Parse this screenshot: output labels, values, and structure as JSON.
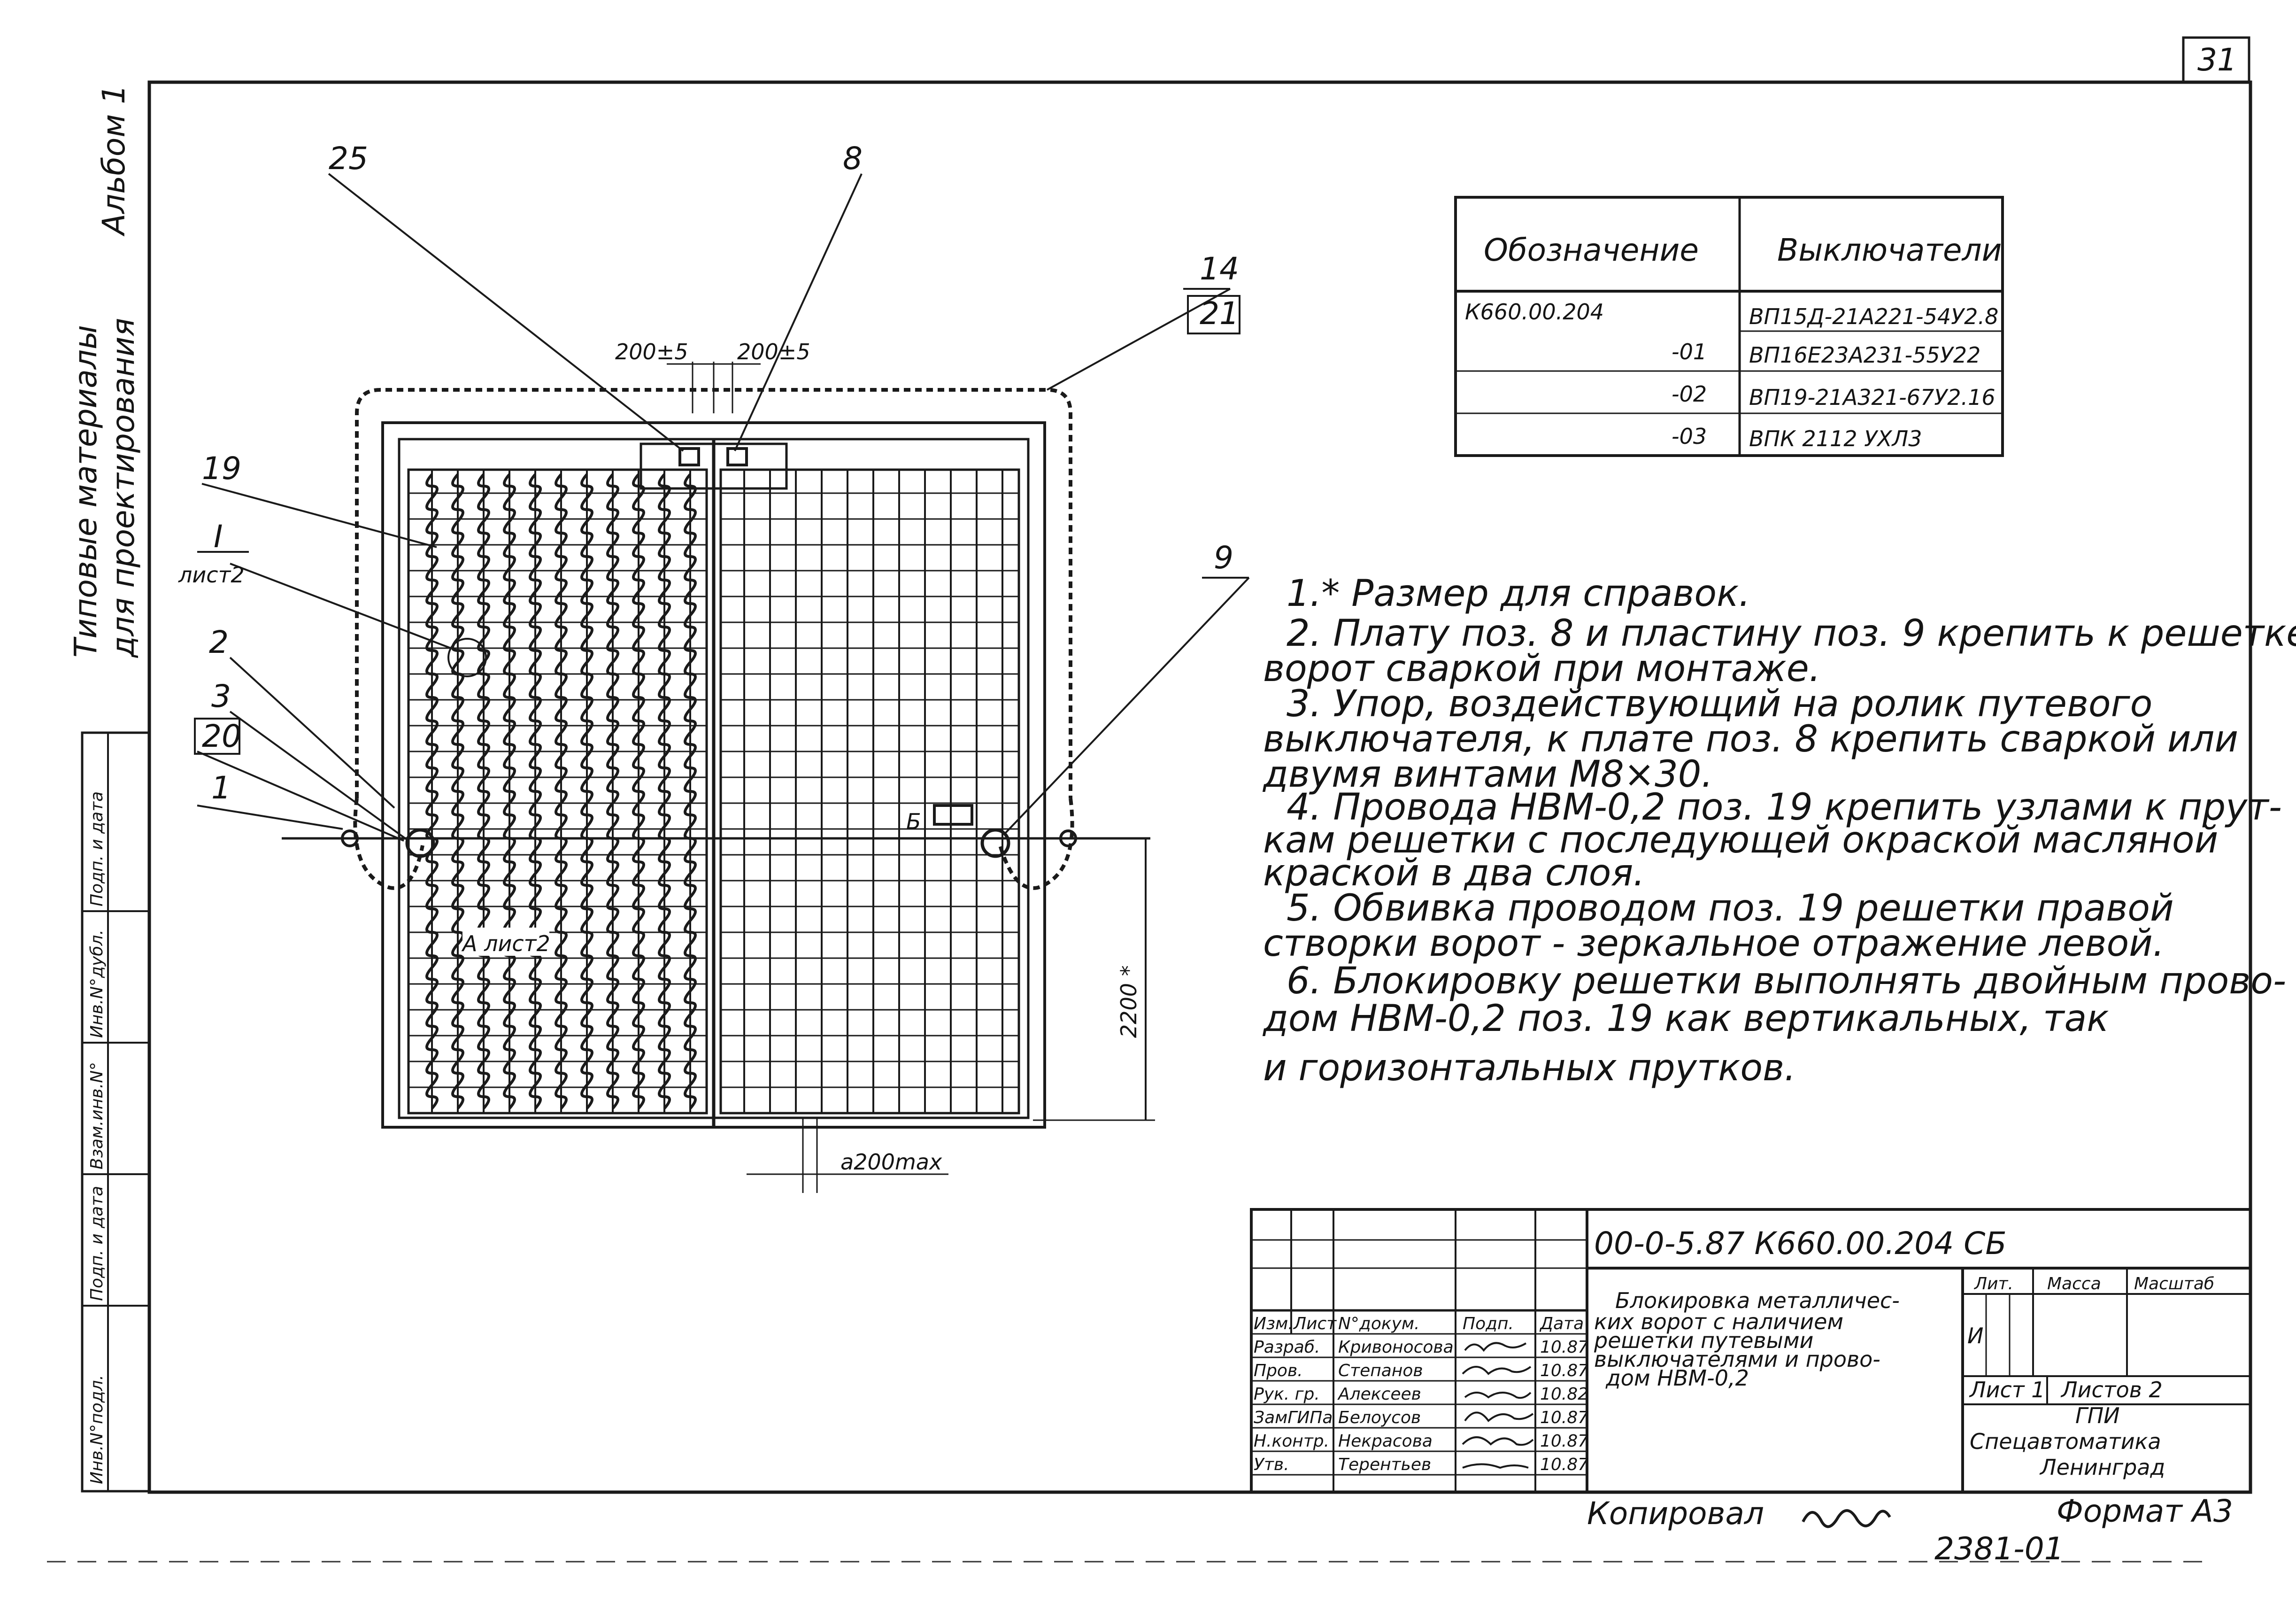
{
  "sheet_number": "31",
  "side_stamp": {
    "album": "Альбом 1",
    "line1": "Типовые материалы",
    "line2": "для проектирования",
    "fields": [
      "Инв.N°подл.",
      "Подп. и дата",
      "Взам.инв.N°",
      "Инв.N°дубл.",
      "Подп. и дата"
    ]
  },
  "spec_table": {
    "headers": [
      "Обозначение",
      "Выключатели"
    ],
    "rows": [
      [
        "К660.00.204",
        "ВП15Д-21А221-54У2.8"
      ],
      [
        "-01",
        "ВП16Е23А231-55У22"
      ],
      [
        "-02",
        "ВП19-21А321-67У2.16"
      ],
      [
        "-03",
        "ВПК 2112 УХЛ3"
      ]
    ]
  },
  "leaders": {
    "p25": "25",
    "p8": "8",
    "p14": "14",
    "p21": "21",
    "p19": "19",
    "view_mark": "I",
    "view_sheet": "лист2",
    "p2": "2",
    "p3": "3",
    "p20": "20",
    "p1": "1",
    "p9": "9"
  },
  "dimensions": {
    "d1": "200±5",
    "d2": "200±5",
    "height": "2200 *",
    "gap": "а200max",
    "view_a": "А лист2",
    "view_b": "Б"
  },
  "notes": [
    "1.* Размер для справок.",
    "2. Плату поз. 8 и пластину поз. 9 крепить к решетке",
    "ворот сваркой при монтаже.",
    "3. Упор, воздействующий на ролик путевого",
    "выключателя, к плате поз. 8 крепить сваркой или",
    "двумя винтами М8×30.",
    "4. Провода НВМ-0,2 поз. 19 крепить узлами к прут-",
    "кам решетки с последующей окраской масляной",
    "краской в два слоя.",
    "5. Обвивка проводом поз. 19 решетки правой",
    "створки ворот - зеркальное отражение левой.",
    "6. Блокировку решетки выполнять двойным прово-",
    "дом НВМ-0,2 поз. 19 как вертикальных, так",
    "и горизонтальных прутков."
  ],
  "title_block": {
    "doc_code": "00-0-5.87  К660.00.204 СБ",
    "col_headers": [
      "Изм.",
      "Лист",
      "N°докум.",
      "Подп.",
      "Дата"
    ],
    "signers": [
      {
        "role": "Разраб.",
        "name": "Кривоносова",
        "date": "10.87"
      },
      {
        "role": "Пров.",
        "name": "Степанов",
        "date": "10.87"
      },
      {
        "role": "Рук. гр.",
        "name": "Алексеев",
        "date": "10.82"
      },
      {
        "role": "ЗамГИПа",
        "name": "Белоусов",
        "date": "10.87"
      },
      {
        "role": "Н.контр.",
        "name": "Некрасова",
        "date": "10.87"
      },
      {
        "role": "Утв.",
        "name": "Терентьев",
        "date": "10.87"
      }
    ],
    "title_lines": [
      "Блокировка металличес-",
      "ких ворот с наличием",
      "решетки путевыми",
      "выключателями и прово-",
      "дом НВМ-0,2"
    ],
    "lit_header": "Лит.",
    "mass_header": "Масса",
    "scale_header": "Масштаб",
    "lit_value": "И",
    "sheet_label": "Лист 1",
    "sheets_label": "Листов 2",
    "org_1": "ГПИ",
    "org_2": "Спецавтоматика",
    "org_3": "Ленинград"
  },
  "footer": {
    "copied": "Копировал",
    "format": "Формат А3",
    "inventory": "2381-01"
  }
}
